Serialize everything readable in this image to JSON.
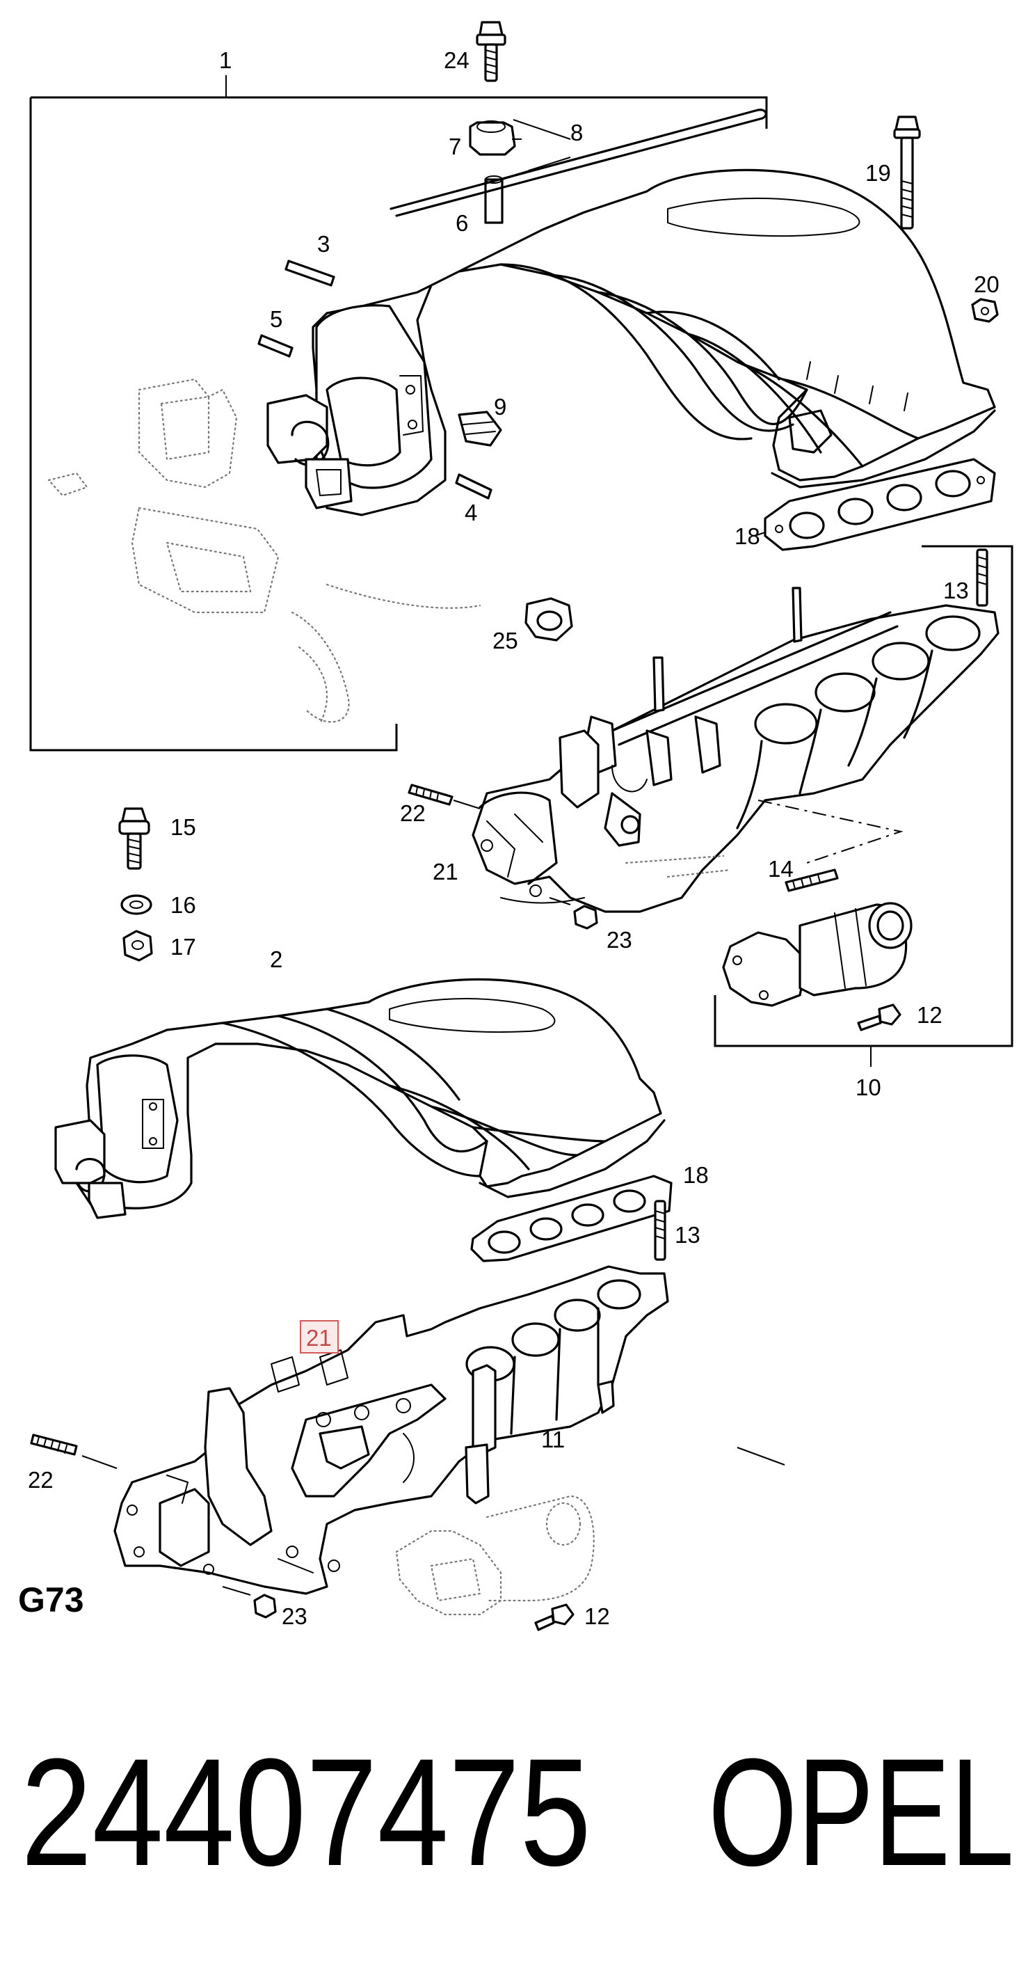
{
  "figure_code": "G73",
  "part_number": "24407475",
  "brand": "OPEL",
  "highlighted_callout": "21",
  "callouts": {
    "c1": "1",
    "c2": "2",
    "c3": "3",
    "c4": "4",
    "c5": "5",
    "c6": "6",
    "c7": "7",
    "c8": "8",
    "c9": "9",
    "c10": "10",
    "c11": "11",
    "c12": "12",
    "c13": "13",
    "c14": "14",
    "c15": "15",
    "c16": "16",
    "c17": "17",
    "c18": "18",
    "c19": "19",
    "c20": "20",
    "c21": "21",
    "c22": "22",
    "c23": "23",
    "c24": "24",
    "c25": "25"
  },
  "colors": {
    "ink": "#000000",
    "highlight_fill": "#fbeaea",
    "highlight_stroke": "#d45a5a",
    "ghost": "#777777"
  }
}
